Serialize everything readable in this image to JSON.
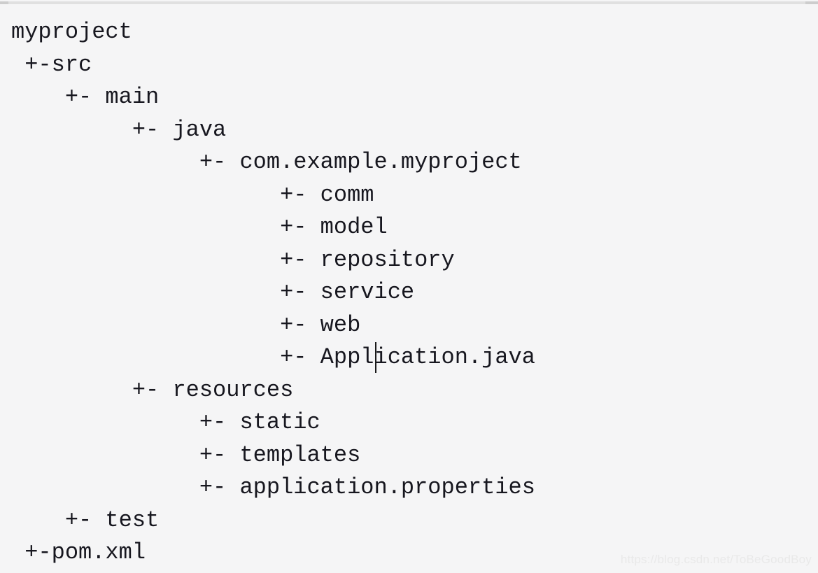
{
  "colors": {
    "page_background": "#f5f5f6",
    "code_text": "#17171f",
    "caret": "#1a1a1a",
    "top_strip": "#e0e0e0",
    "top_strip_caps": "#cdcdcd",
    "watermark_text": "#e9e9e9"
  },
  "code_block": {
    "lines": [
      "myproject",
      " +-src",
      "    +- main",
      "         +- java",
      "              +- com.example.myproject",
      "                    +- comm",
      "                    +- model",
      "                    +- repository",
      "                    +- service",
      "                    +- web",
      "                    +- Application.java",
      "         +- resources",
      "              +- static",
      "              +- templates",
      "              +- application.properties",
      "    +- test",
      " +-pom.xml"
    ],
    "caret": {
      "line_index": 10,
      "after_text": "Appl",
      "before_text": "ication.java"
    }
  },
  "watermark": {
    "text": "https://blog.csdn.net/ToBeGoodBoy"
  }
}
